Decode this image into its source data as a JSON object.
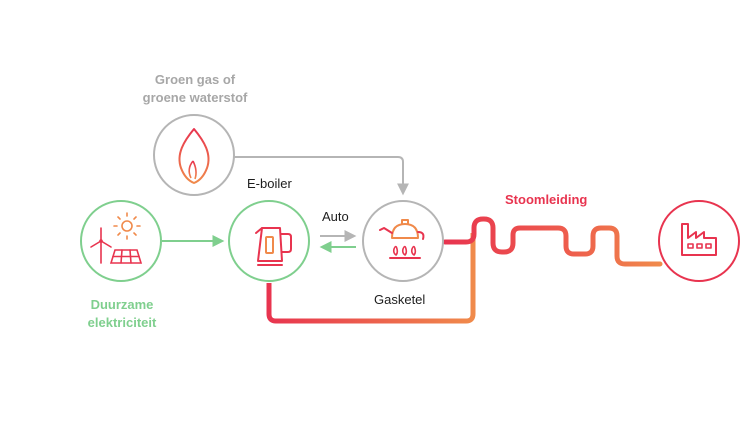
{
  "labels": {
    "green_gas_line1": "Groen gas of",
    "green_gas_line2": "groene waterstof",
    "eboiler": "E-boiler",
    "auto": "Auto",
    "gasketel": "Gasketel",
    "stoomleiding": "Stoomleiding",
    "sustainable_line1": "Duurzame",
    "sustainable_line2": "elektriciteit"
  },
  "icons": {
    "flame": "flame-icon",
    "kettle": "kettle-icon",
    "gas_kettle": "gas-kettle-icon",
    "factory": "factory-icon",
    "wind_solar": "wind-solar-icon"
  },
  "colors": {
    "green": "#7fcf8e",
    "gray": "#b5b5b5",
    "red": "#e8344f",
    "orange": "#f08a4b",
    "dark": "#1e1e1e"
  }
}
